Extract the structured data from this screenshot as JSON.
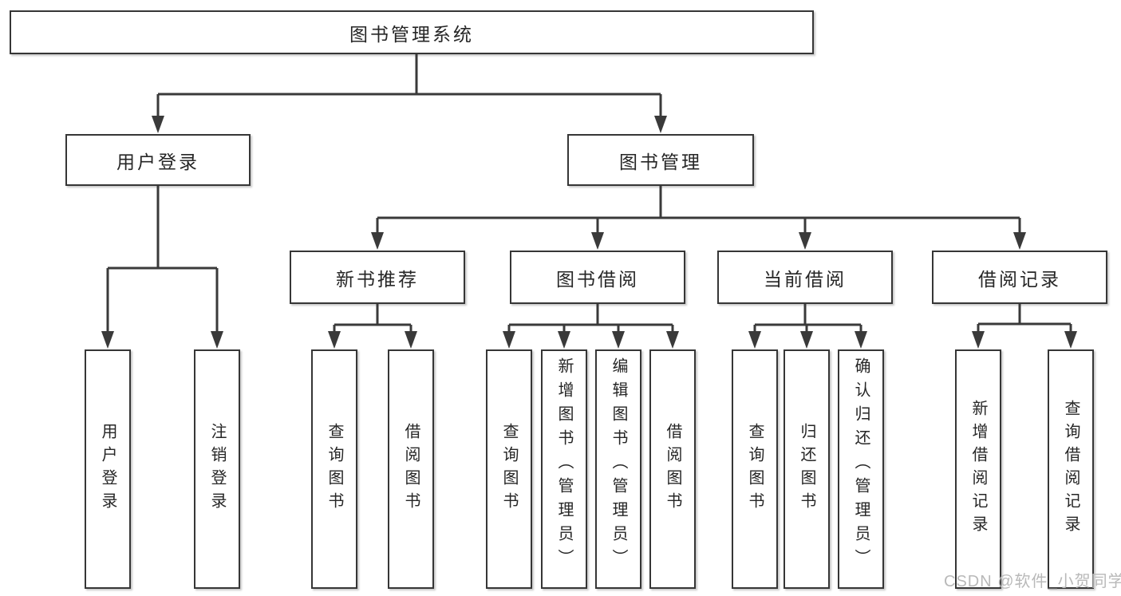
{
  "nodes": {
    "root": "图书管理系统",
    "level2": {
      "login": "用户登录",
      "mgmt": "图书管理"
    },
    "level3": {
      "recommend": "新书推荐",
      "borrow": "图书借阅",
      "current": "当前借阅",
      "records": "借阅记录"
    },
    "leaves": {
      "login": [
        "用户登录",
        "注销登录"
      ],
      "recommend": [
        "查询图书",
        "借阅图书"
      ],
      "borrow": [
        "查询图书",
        "新增图书（管理员）",
        "编辑图书（管理员）",
        "借阅图书"
      ],
      "current": [
        "查询图书",
        "归还图书",
        "确认归还（管理员）"
      ],
      "records": [
        "新增借阅记录",
        "查询借阅记录"
      ]
    }
  },
  "watermark": "CSDN @软件_小贺同学",
  "colors": {
    "line": "#3a3a3a",
    "box_border": "#363636",
    "text": "#262626",
    "watermark": "#b9b9b9",
    "background": "#ffffff"
  }
}
